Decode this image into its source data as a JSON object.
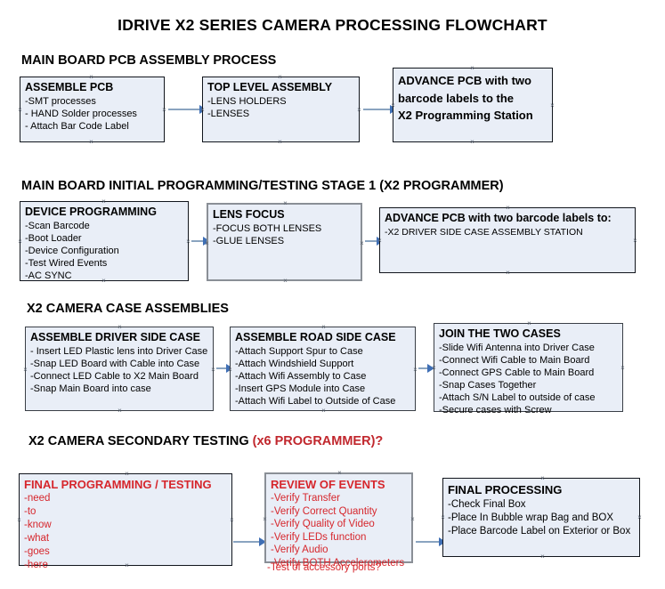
{
  "document": {
    "title": "IDRIVE X2  SERIES CAMERA PROCESSING FLOWCHART"
  },
  "sections": [
    {
      "id": "main-board-pcb-assembly-process",
      "title": "MAIN BOARD PCB ASSEMBLY PROCESS",
      "title_accent": "",
      "boxes": [
        {
          "id": "assemble-pcb",
          "title": "ASSEMBLE PCB",
          "lines": [
            "-SMT processes",
            "- HAND Solder processes",
            "- Attach Bar Code Label"
          ]
        },
        {
          "id": "top-level-assembly",
          "title": "TOP LEVEL ASSEMBLY",
          "lines": [
            "-LENS HOLDERS",
            "-LENSES"
          ]
        },
        {
          "id": "advance-pcb-to-x2-programming-station",
          "title": "ADVANCE PCB with two",
          "lines": [
            "barcode labels to the",
            " X2 Programming Station"
          ]
        }
      ]
    },
    {
      "id": "main-board-initial-programming-testing-stage-1",
      "title": "MAIN BOARD INITIAL PROGRAMMING/TESTING STAGE 1 (X2 PROGRAMMER)",
      "boxes": [
        {
          "id": "device-programming",
          "title": "DEVICE PROGRAMMING",
          "lines": [
            "-Scan Barcode",
            "-Boot Loader",
            "-Device Configuration",
            "-Test Wired Events",
            "-AC SYNC"
          ]
        },
        {
          "id": "lens-focus",
          "title": "LENS FOCUS",
          "lines": [
            "-FOCUS BOTH LENSES",
            "-GLUE LENSES"
          ]
        },
        {
          "id": "advance-pcb-to-driver-side-case-assembly",
          "title": "ADVANCE PCB with two barcode labels to:",
          "lines": [
            "-X2 DRIVER  SIDE  CASE  ASSEMBLY STATION"
          ]
        }
      ]
    },
    {
      "id": "x2-camera-case-assemblies",
      "title": "X2 CAMERA CASE ASSEMBLIES",
      "boxes": [
        {
          "id": "assemble-driver-side-case",
          "title": "ASSEMBLE DRIVER SIDE CASE",
          "lines": [
            "- Insert LED Plastic lens into Driver Case",
            "-Snap LED Board with Cable into Case",
            "-Connect LED Cable to X2 Main Board",
            "-Snap Main Board into case"
          ]
        },
        {
          "id": "assemble-road-side-case",
          "title": "ASSEMBLE ROAD SIDE CASE",
          "lines": [
            "-Attach Support Spur to Case",
            "-Attach Windshield Support",
            "-Attach Wifi Assembly to Case",
            "-Insert GPS Module into Case",
            "-Attach Wifi Label to Outside of Case"
          ]
        },
        {
          "id": "join-the-two-cases",
          "title": "JOIN THE TWO CASES",
          "lines": [
            "-Slide Wifi Antenna into Driver Case",
            "-Connect Wifi Cable to Main Board",
            "-Connect GPS Cable to Main Board",
            "-Snap Cases Together",
            "-Attach S/N Label to outside of case",
            "-Secure cases with Screw"
          ]
        }
      ]
    },
    {
      "id": "x2-camera-secondary-testing",
      "title": "X2 CAMERA SECONDARY TESTING ",
      "title_accent": "(x6 PROGRAMMER)?",
      "boxes": [
        {
          "id": "final-programming-testing",
          "title": "FINAL PROGRAMMING / TESTING",
          "lines": [
            "-need",
            "-to",
            "-know",
            "-what",
            "-goes",
            "-here"
          ]
        },
        {
          "id": "review-of-events",
          "title": "REVIEW OF EVENTS",
          "lines": [
            "-Verify Transfer",
            "-Verify Correct Quantity",
            "-Verify Quality of Video",
            "-Verify LEDs function",
            "-Verify Audio",
            "-Verify BOTH Accelerometers",
            "-Test of accessory ports?"
          ]
        },
        {
          "id": "final-processing",
          "title": "FINAL PROCESSING",
          "lines": [
            " -Check Final Box",
            "-Place In Bubble wrap Bag and BOX",
            "-Place Barcode Label on Exterior or Box"
          ]
        }
      ]
    }
  ],
  "colors": {
    "box_fill": "#e9eef7",
    "box_border_dark": "#11151c",
    "box_border_gray": "#8a8f96",
    "connector": "#8aa4c0",
    "arrow": "#3f6fb5",
    "accent_red": "#d6262c",
    "text": "#000000"
  }
}
